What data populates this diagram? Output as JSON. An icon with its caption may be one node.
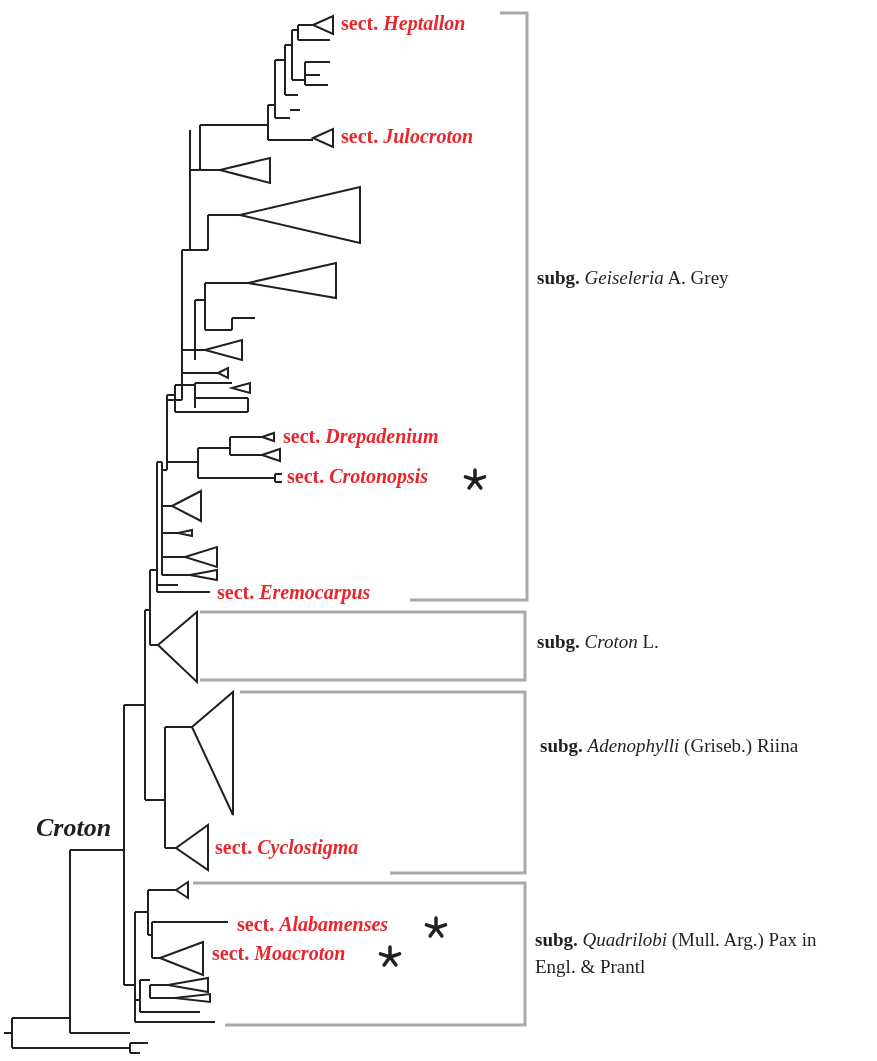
{
  "diagram": {
    "labels": [
      "sect. *Heptallon*",
      "sect. *Julocroton*",
      "**subg.** *Geiseleria* A. Grey",
      "sect. *Drepadenium*",
      "sect. *Crotonopsis*",
      "sect. *Eremocarpus*",
      "**subg.** *Croton* L.",
      "**subg.** *Adenophylli* (Griseb.) Riina",
      "*Croton*",
      "sect. *Cyclostigma*",
      "sect. *Alabamenses*",
      "sect. *Moacroton*",
      "**subg.** *Quadrilobi* (Mull. Arg.) Pax in Engl. & Prantl"
    ]
  }
}
